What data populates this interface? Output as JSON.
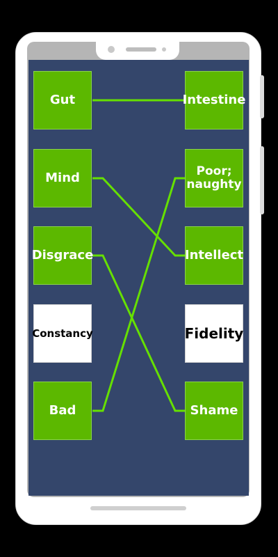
{
  "colors": {
    "background": "#000000",
    "screen": "#34466b",
    "card_green": "#5cb800",
    "link_line": "#66e000"
  },
  "left_cards": [
    {
      "label": "Gut",
      "style": "green"
    },
    {
      "label": "Mind",
      "style": "green"
    },
    {
      "label": "Disgrace",
      "style": "green"
    },
    {
      "label": "Constancy",
      "style": "white"
    },
    {
      "label": "Bad",
      "style": "green"
    }
  ],
  "right_cards": [
    {
      "label": "Intestine",
      "style": "green"
    },
    {
      "label": "Poor; naughty",
      "style": "green"
    },
    {
      "label": "Intellect",
      "style": "green"
    },
    {
      "label": "Fidelity",
      "style": "white"
    },
    {
      "label": "Shame",
      "style": "green"
    }
  ],
  "matches": [
    {
      "left": "Gut",
      "right": "Intestine"
    },
    {
      "left": "Mind",
      "right": "Intellect"
    },
    {
      "left": "Disgrace",
      "right": "Shame"
    },
    {
      "left": "Bad",
      "right": "Poor; naughty"
    }
  ]
}
